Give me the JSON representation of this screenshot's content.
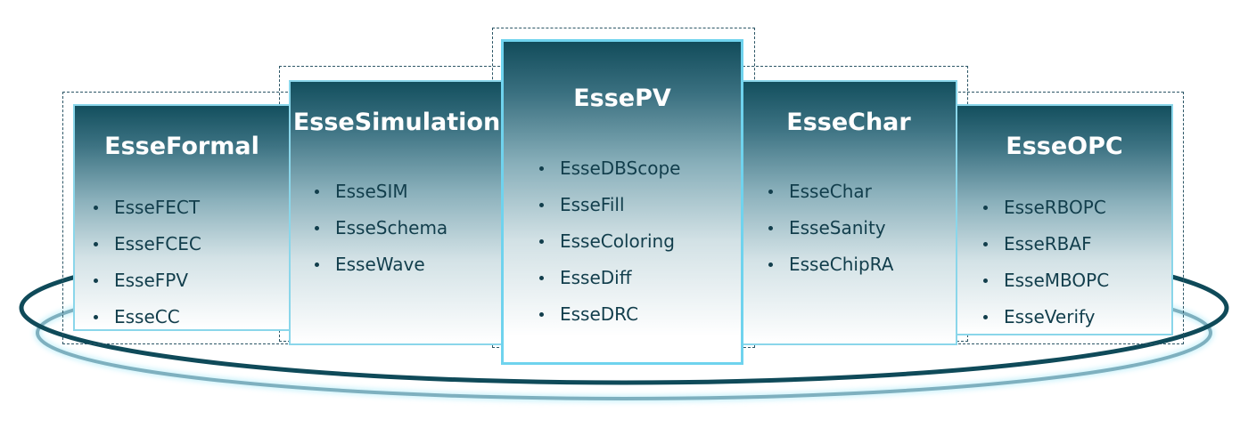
{
  "colors": {
    "ring_outer": "#0f4a59",
    "ring_inner": "#7fb3c2",
    "ring_glow": "#bff0fb",
    "card_border": "#8ad6ea",
    "text_dark": "#123e4c"
  },
  "products": [
    {
      "title": "EsseFormal",
      "items": [
        "EsseFECT",
        "EsseFCEC",
        "EsseFPV",
        "EsseCC"
      ]
    },
    {
      "title": "EsseSimulation",
      "items": [
        "EsseSIM",
        "EsseSchema",
        "EsseWave"
      ]
    },
    {
      "title": "EssePV",
      "items": [
        "EsseDBScope",
        "EsseFill",
        "EsseColoring",
        "EsseDiff",
        "EsseDRC"
      ]
    },
    {
      "title": "EsseChar",
      "items": [
        "EsseChar",
        "EsseSanity",
        "EsseChipRA"
      ]
    },
    {
      "title": "EsseOPC",
      "items": [
        "EsseRBOPC",
        "EsseRBAF",
        "EsseMBOPC",
        "EsseVerify"
      ]
    }
  ]
}
